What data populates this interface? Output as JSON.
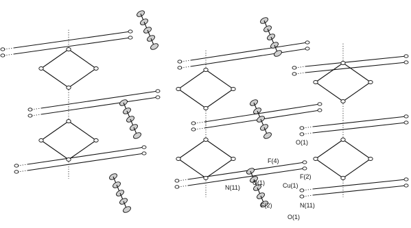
{
  "figure": {
    "labels": {
      "o1_top": "O(1)",
      "f4": "F(4)",
      "f2_right": "F(2)",
      "cu1": "Cu(1)",
      "o1_left": "O(1)",
      "n11_left": "N(11)",
      "f2_lower": "F(2)",
      "n11_right": "N(11)",
      "o1_bottom": "O(1)"
    }
  }
}
